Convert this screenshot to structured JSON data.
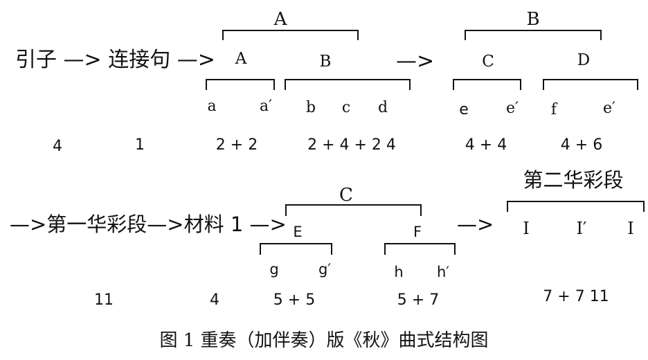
{
  "row1": {
    "flow_intro": "引子 —> 连接句 —>",
    "arrow_mid": "—>",
    "top_A": "A",
    "top_B": "B",
    "sub_A": "A",
    "sub_B": "B",
    "sub_C": "C",
    "sub_D": "D",
    "letters": [
      "a",
      "a′",
      "b",
      "c",
      "d",
      "e",
      "e′",
      "f",
      "e′"
    ],
    "counts": [
      "4",
      "1",
      "2 + 2",
      "2 + 4 + 2 4",
      "4 + 4",
      "4 + 6"
    ]
  },
  "row2": {
    "flow_text": "—>第一华彩段—>材料 1 —>",
    "arrow_mid": "—>",
    "top_C": "C",
    "sub_E": "E",
    "sub_F": "F",
    "section_title": "第二华彩段",
    "letters": [
      "g",
      "g′",
      "h",
      "h′",
      "I",
      "I′",
      "I"
    ],
    "counts": [
      "11",
      "4",
      "5 + 5",
      "5 + 7",
      "7 + 7 11"
    ]
  },
  "caption": "图 1 重奏（加伴奏）版《秋》曲式结构图"
}
